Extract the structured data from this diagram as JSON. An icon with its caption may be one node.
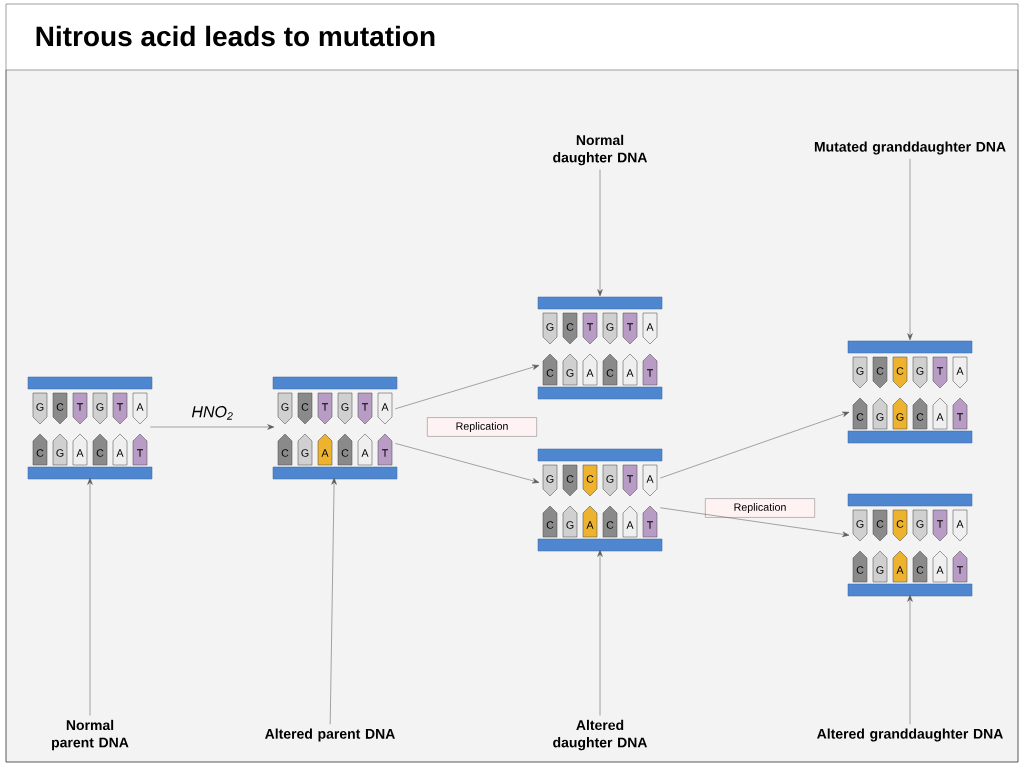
{
  "diagram": {
    "title": "Nitrous acid leads to mutation",
    "nodes": [
      {
        "text": [
          "G",
          "C",
          "T",
          "G",
          "T",
          "A",
          "C",
          "G",
          "A",
          "C",
          "A",
          "T"
        ]
      },
      {
        "text": [
          "G",
          "C",
          "T",
          "G",
          "T",
          "A",
          "C",
          "G",
          "A",
          "C",
          "A",
          "T"
        ]
      },
      {
        "text": [
          "G",
          "C",
          "T",
          "G",
          "T",
          "A",
          "C",
          "G",
          "A",
          "C",
          "A",
          "T"
        ]
      },
      {
        "text": [
          "G",
          "C",
          "C",
          "G",
          "T",
          "A",
          "C",
          "G",
          "A",
          "C",
          "A",
          "T"
        ]
      },
      {
        "text": [
          "G",
          "C",
          "C",
          "G",
          "T",
          "A",
          "C",
          "G",
          "G",
          "C",
          "A",
          "T"
        ]
      },
      {
        "text": [
          "G",
          "C",
          "C",
          "G",
          "T",
          "A",
          "C",
          "G",
          "A",
          "C",
          "A",
          "T"
        ]
      },
      {
        "text": [
          "Normal parent DNA"
        ]
      },
      {
        "text": [
          "Altered parent DNA"
        ]
      },
      {
        "text": [
          "Normal daughter DNA"
        ]
      },
      {
        "text": [
          "Altered daughter DNA"
        ]
      },
      {
        "text": [
          "Mutated granddaughter DNA"
        ]
      },
      {
        "text": [
          "Altered granddaughter DNA"
        ]
      }
    ],
    "edges": [
      {
        "from": 0,
        "to": 1,
        "arrow": "to",
        "label": "HNO$_{2}$"
      },
      {
        "from": 1,
        "to": 2,
        "arrow": "to"
      },
      {
        "from": 1,
        "to": 3,
        "arrow": "to"
      },
      {
        "from": 3,
        "to": 4,
        "arrow": "to"
      },
      {
        "from": 3,
        "to": 5,
        "arrow": "to"
      },
      {
        "from": 6,
        "to": 0,
        "arrow": "to"
      },
      {
        "from": 7,
        "to": 1,
        "arrow": "to"
      },
      {
        "from": 8,
        "to": 2,
        "arrow": "to"
      },
      {
        "from": 9,
        "to": 3,
        "arrow": "to"
      },
      {
        "from": 10,
        "to": 4,
        "arrow": "to"
      },
      {
        "from": 11,
        "to": 5,
        "arrow": "to"
      }
    ],
    "labels": [
      "Replication",
      "Replication"
    ]
  }
}
